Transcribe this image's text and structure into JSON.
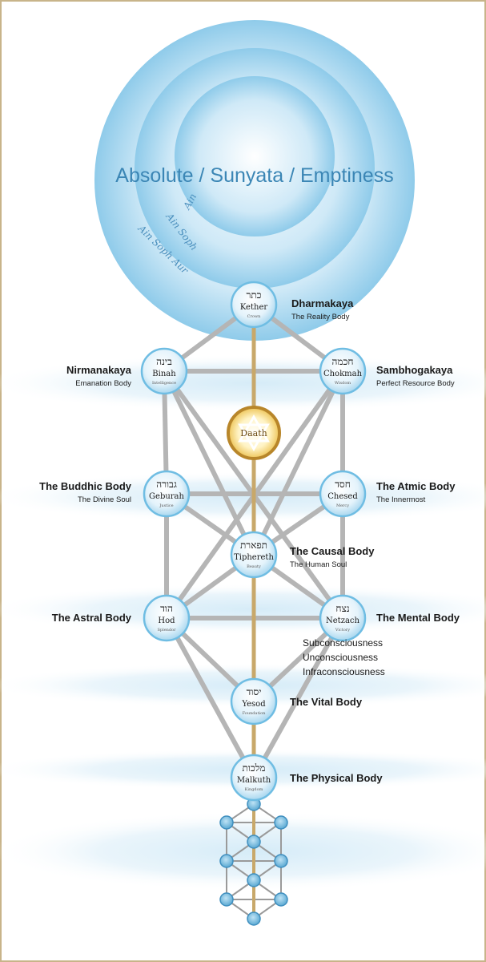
{
  "title": "Absolute / Sunyata / Emptiness",
  "veils": [
    {
      "name": "Ain"
    },
    {
      "name": "Ain Soph"
    },
    {
      "name": "Ain Soph Aur"
    }
  ],
  "sephiroth": [
    {
      "id": "kether",
      "hebrew": "כתר",
      "name": "Kether",
      "meaning": "Crown",
      "body": "Dharmakaya",
      "body_sub": "The Reality Body"
    },
    {
      "id": "binah",
      "hebrew": "בינה",
      "name": "Binah",
      "meaning": "Intelligence",
      "body": "Nirmanakaya",
      "body_sub": "Emanation Body"
    },
    {
      "id": "chokmah",
      "hebrew": "חכמה",
      "name": "Chokmah",
      "meaning": "Wisdom",
      "body": "Sambhogakaya",
      "body_sub": "Perfect Resource Body"
    },
    {
      "id": "daath",
      "hebrew": "",
      "name": "Daath",
      "meaning": "",
      "body": "",
      "body_sub": ""
    },
    {
      "id": "geburah",
      "hebrew": "גבורה",
      "name": "Geburah",
      "meaning": "Justice",
      "body": "The Buddhic Body",
      "body_sub": "The Divine Soul"
    },
    {
      "id": "chesed",
      "hebrew": "חסד",
      "name": "Chesed",
      "meaning": "Mercy",
      "body": "The Atmic Body",
      "body_sub": "The Innermost"
    },
    {
      "id": "tiphereth",
      "hebrew": "תפארת",
      "name": "Tiphereth",
      "meaning": "Beauty",
      "body": "The Causal Body",
      "body_sub": "The Human Soul"
    },
    {
      "id": "hod",
      "hebrew": "הוד",
      "name": "Hod",
      "meaning": "Splendor",
      "body": "The Astral Body",
      "body_sub": ""
    },
    {
      "id": "netzach",
      "hebrew": "נצח",
      "name": "Netzach",
      "meaning": "Victory",
      "body": "The Mental Body",
      "body_sub": ""
    },
    {
      "id": "yesod",
      "hebrew": "יסוד",
      "name": "Yesod",
      "meaning": "Foundation",
      "body": "The Vital Body",
      "body_sub": ""
    },
    {
      "id": "malkuth",
      "hebrew": "מלכות",
      "name": "Malkuth",
      "meaning": "Kingdom",
      "body": "The Physical Body",
      "body_sub": ""
    }
  ],
  "subconscious_labels": [
    "Subconsciousness",
    "Unconsciousness",
    "Infraconsciousness"
  ],
  "colors": {
    "frame": "#c8b48a",
    "circle_fill": "#dff1fb",
    "circle_stroke": "#6fbde3",
    "path_gray": "#b5b5b5",
    "path_gold": "#c8a86a",
    "text_dark": "#1a1a1a",
    "title_blue": "#3b86b5",
    "daath_gold": "#e0b341"
  }
}
